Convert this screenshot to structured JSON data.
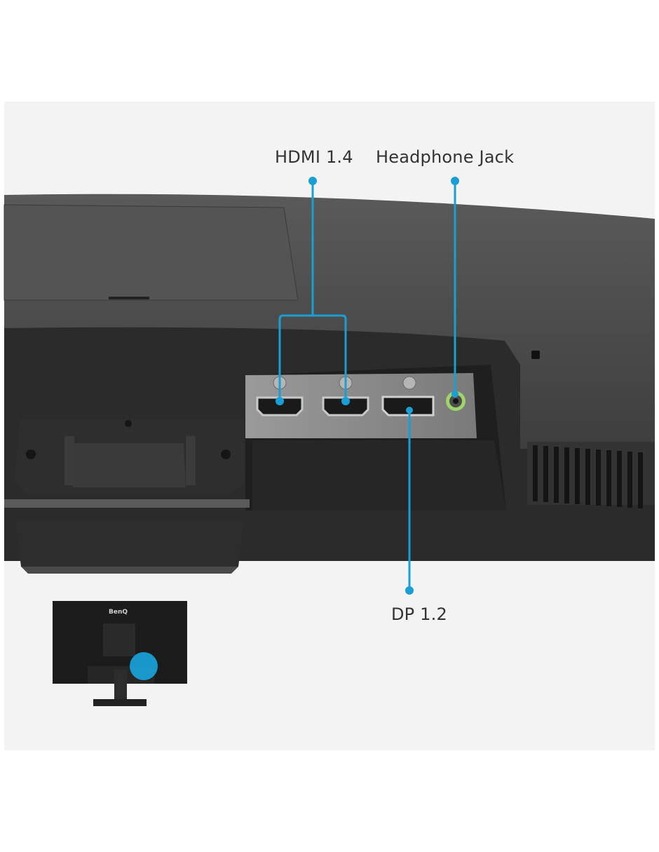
{
  "labels": {
    "hdmi": "HDMI 1.4",
    "headphone": "Headphone Jack",
    "dp": "DP 1.2"
  },
  "thumbnail": {
    "brand": "BenQ"
  },
  "colors": {
    "accent": "#1a9ed4",
    "panel_bg": "#f3f3f3",
    "monitor_body": "#4a4a4a",
    "monitor_dark": "#262626",
    "port_plate": "#8c8c8c",
    "jack_ring": "#9fd46a"
  }
}
